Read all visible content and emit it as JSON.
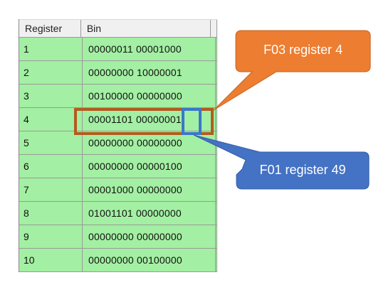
{
  "table": {
    "headers": [
      "Register",
      "Bin"
    ],
    "rows": [
      {
        "register": "1",
        "bin": "00000011 00001000"
      },
      {
        "register": "2",
        "bin": "00000000 10000001"
      },
      {
        "register": "3",
        "bin": "00100000 00000000"
      },
      {
        "register": "4",
        "bin": "00001101 00000001"
      },
      {
        "register": "5",
        "bin": "00000000 00000000"
      },
      {
        "register": "6",
        "bin": "00000000 00000100"
      },
      {
        "register": "7",
        "bin": "00001000 00000000"
      },
      {
        "register": "8",
        "bin": "01001101 00000000"
      },
      {
        "register": "9",
        "bin": "00000000 00000000"
      },
      {
        "register": "10",
        "bin": "00000000 00100000"
      }
    ]
  },
  "callouts": {
    "f03": {
      "label": "F03 register 4",
      "color": "#ed7d31"
    },
    "f01": {
      "label": "F01 register 49",
      "color": "#4472c4"
    }
  },
  "colors": {
    "row_bg": "#a3efa3",
    "header_bg": "#f0f0f0",
    "highlight_orange": "#b35c1e",
    "highlight_blue": "#3b78c9"
  }
}
